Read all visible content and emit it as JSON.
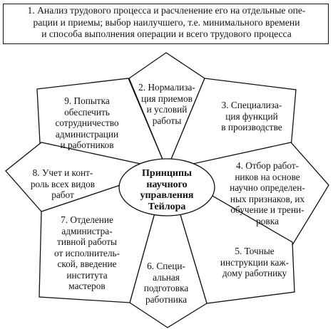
{
  "header": {
    "text": "1. Анализ трудового процесса и расчленение его на отдельные опе-\nрации и приемы; выбор наилучшего, т.е. минимального времени\nи способа выполнения операции и всего трудового процесса"
  },
  "center": {
    "text": "Принципы\nнаучного\nуправления\nТейлора"
  },
  "petals": [
    {
      "id": "2",
      "text": "2. Нормализа-\nция приемов\nи условий\nработы"
    },
    {
      "id": "3",
      "text": "3. Специализа-\nция функций\nв производстве"
    },
    {
      "id": "4",
      "text": "4. Отбор работ-\nников на основе\nнаучно определен-\nных признаков, их\nобучение и трени-\nровка"
    },
    {
      "id": "5",
      "text": "5. Точные\nинструкции каж-\nдому работнику"
    },
    {
      "id": "6",
      "text": "6. Специ-\nальная\nподготовка\nработника"
    },
    {
      "id": "7",
      "text": "7. Отделение\nадминистра-\nтивной работы\nот исполнитель-\nской, введение\nинститута\nмастеров"
    },
    {
      "id": "8",
      "text": "8. Учет и конт-\nроль всех видов\nработ"
    },
    {
      "id": "9",
      "text": "9. Попытка\nобеспечить\nсотрудничество\nадминистрации\nи работников"
    }
  ]
}
